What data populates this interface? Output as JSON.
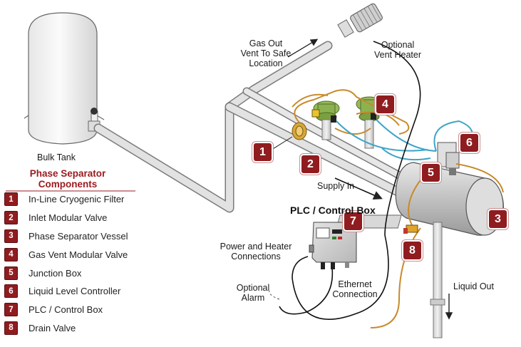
{
  "labels": {
    "bulk_tank": "Bulk Tank",
    "gas_out": [
      "Gas Out",
      "Vent To Safe",
      "Location"
    ],
    "optional_vent_heater": [
      "Optional",
      "Vent Heater"
    ],
    "supply_in": "Supply In",
    "plc_box_title": "PLC / Control Box",
    "power_heater": [
      "Power and Heater",
      "Connections"
    ],
    "optional_alarm": [
      "Optional",
      "Alarm"
    ],
    "ethernet": [
      "Ethernet",
      "Connection"
    ],
    "liquid_out": "Liquid Out"
  },
  "legend": {
    "title": [
      "Phase Separator",
      "Components"
    ],
    "items": [
      {
        "num": "1",
        "text": "In-Line Cryogenic Filter"
      },
      {
        "num": "2",
        "text": "Inlet Modular Valve"
      },
      {
        "num": "3",
        "text": "Phase Separator Vessel"
      },
      {
        "num": "4",
        "text": "Gas Vent Modular Valve"
      },
      {
        "num": "5",
        "text": "Junction Box"
      },
      {
        "num": "6",
        "text": "Liquid Level Controller"
      },
      {
        "num": "7",
        "text": "PLC / Control Box"
      },
      {
        "num": "8",
        "text": "Drain Valve"
      }
    ]
  },
  "callouts": [
    "1",
    "2",
    "3",
    "4",
    "5",
    "6",
    "7",
    "8"
  ],
  "colors": {
    "badge": "#8f1c1f",
    "title": "#9b1b20",
    "pipe": "#d9d9d9",
    "valve_green": "#8cb24f",
    "wire_orange": "#c98a2b",
    "wire_blue": "#3ea5c9"
  }
}
